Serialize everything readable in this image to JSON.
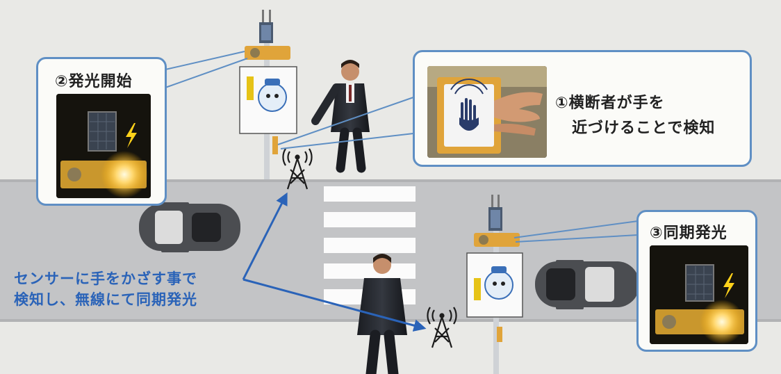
{
  "callouts": {
    "step2": {
      "title": "②発光開始"
    },
    "step1": {
      "line1": "①横断者が手を",
      "line2": "近づけることで検知"
    },
    "step3": {
      "title": "③同期発光"
    }
  },
  "caption": {
    "line1": "センサーに手をかざす事で",
    "line2": "検知し、無線にて同期発光"
  },
  "colors": {
    "accent_blue": "#2a63b8",
    "callout_border": "#5f8fc4",
    "light_amber": "#e0a43a",
    "road": "#c3c4c6"
  },
  "icons": [
    "antenna-icon",
    "flash-icon",
    "car-icon",
    "hand-icon",
    "person-icon"
  ]
}
